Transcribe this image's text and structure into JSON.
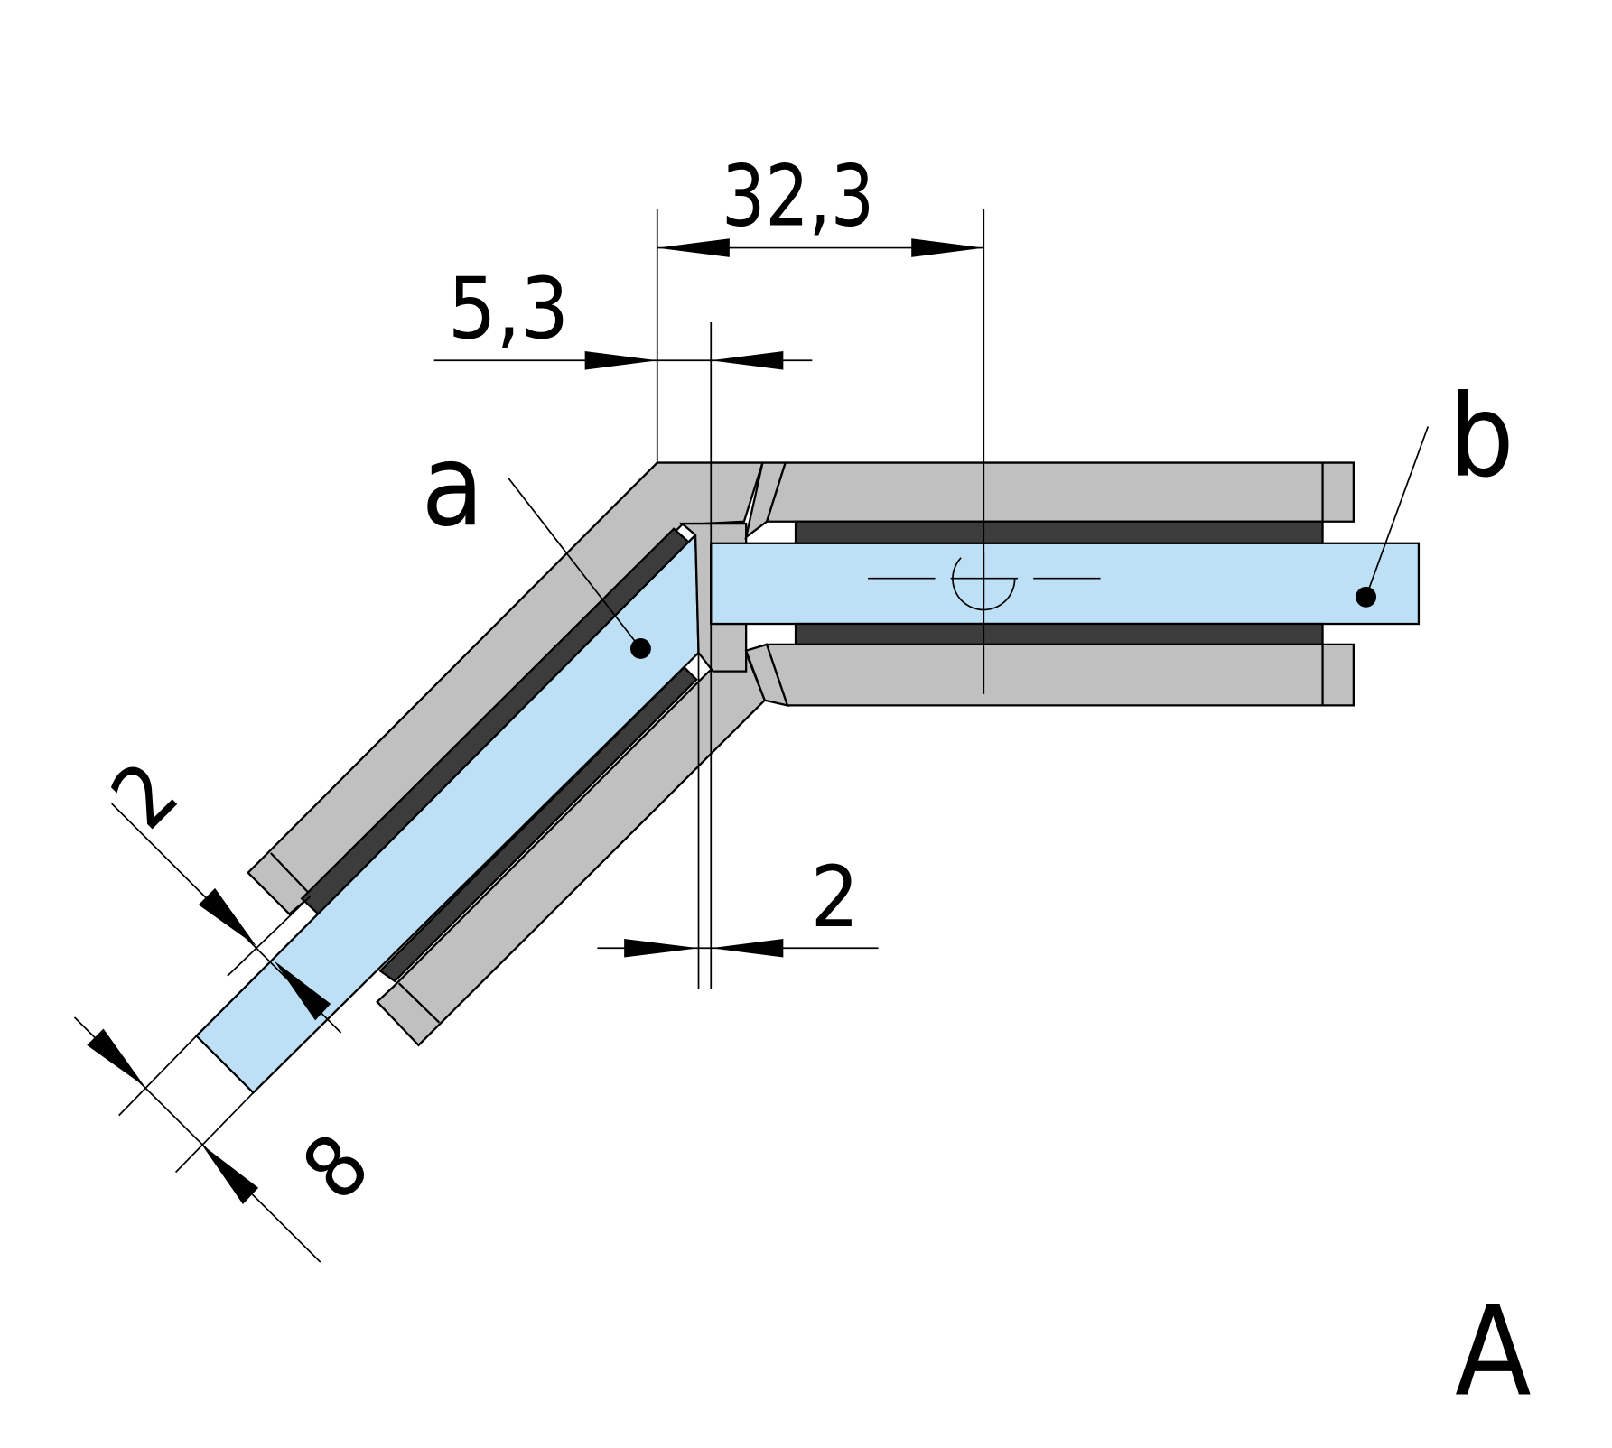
{
  "dimensions": {
    "d1": "32,3",
    "d2": "5,3",
    "d3": "2",
    "d4": "2",
    "d5": "8"
  },
  "labels": {
    "a": "a",
    "b": "b",
    "view": "A"
  },
  "colors": {
    "glass": "#bde0f6",
    "plate": "#c0c0c0",
    "gasket": "#3c3c3c"
  }
}
